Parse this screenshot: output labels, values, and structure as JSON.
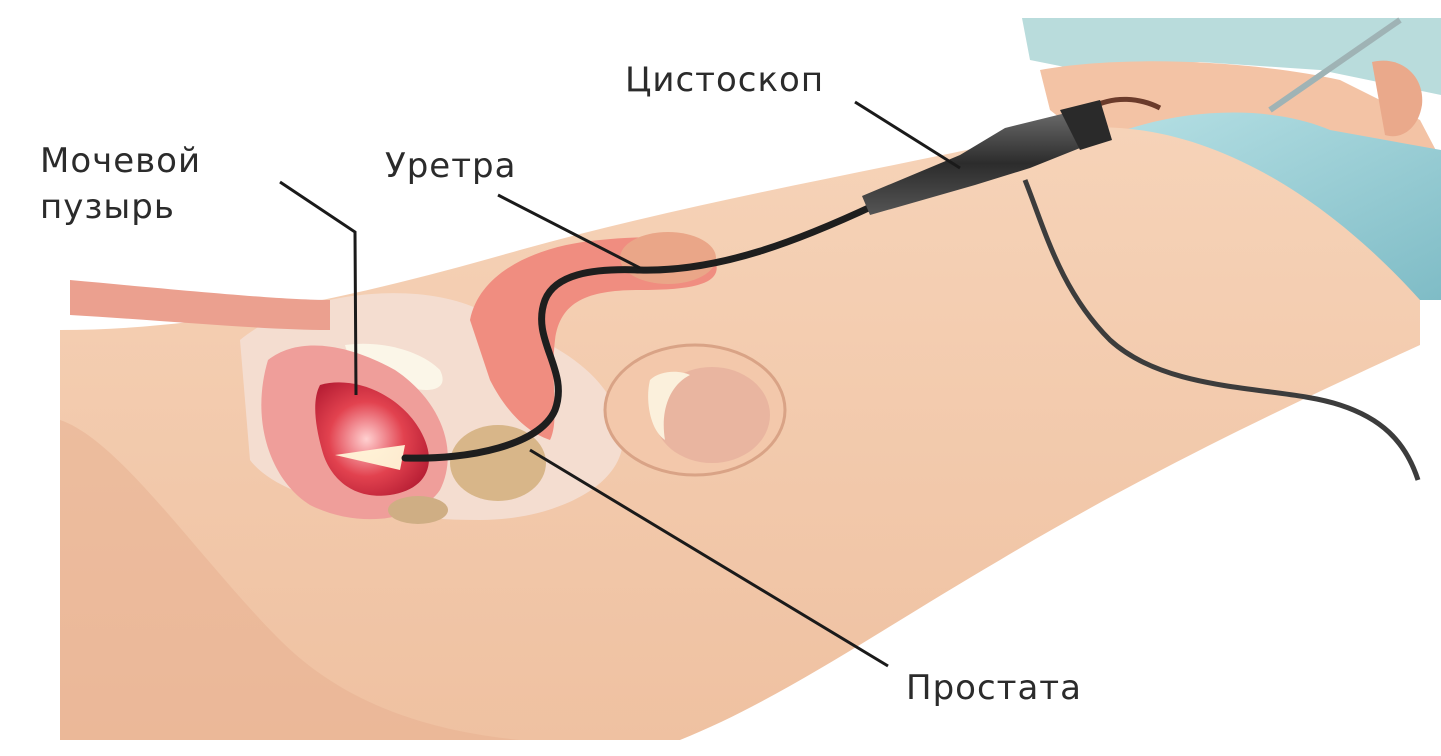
{
  "labels": {
    "bladder_line1": "Мочевой",
    "bladder_line2": "пузырь",
    "urethra": "Уретра",
    "cystoscope": "Цистоскоп",
    "prostate": "Простата"
  },
  "colors": {
    "skin": "#f2c7a8",
    "skin_dark": "#e3a889",
    "tissue_pink": "#e98a8a",
    "bladder_red": "#d8324a",
    "prostate": "#d9b98c",
    "mask": "#9ed1d8",
    "scope": "#3a3a3a",
    "leader_line": "#1a1a1a"
  }
}
